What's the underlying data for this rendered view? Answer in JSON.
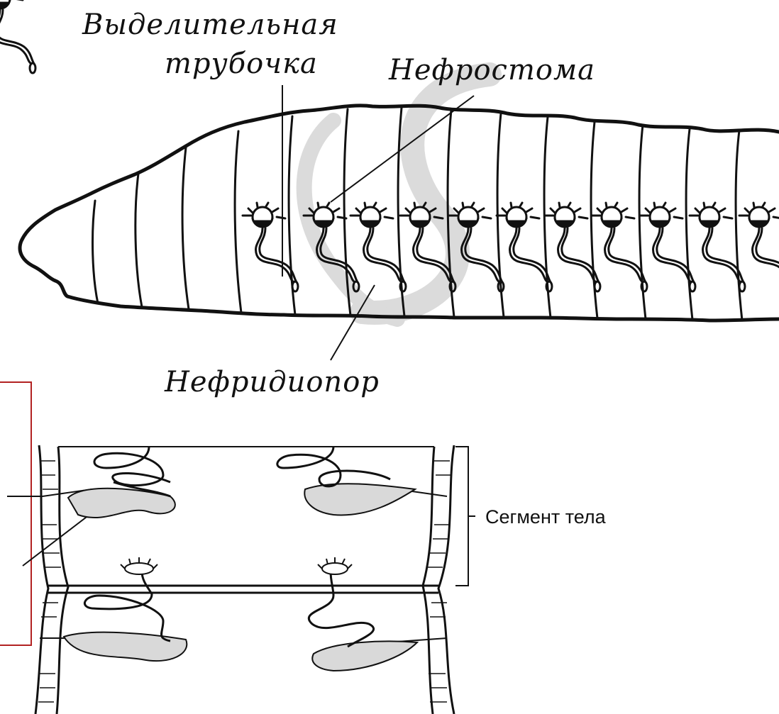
{
  "labels": {
    "excretory_tube_line1": "Выделительная",
    "excretory_tube_line2": "трубочка",
    "nephrostome": "Нефростома",
    "nephridiopore": "Нефридиопор",
    "body_segment": "Сегмент тела"
  },
  "colors": {
    "ink": "#111111",
    "watermark": "#c8c8c8",
    "frame": "#b22222",
    "shade": "#d9d9d9"
  }
}
